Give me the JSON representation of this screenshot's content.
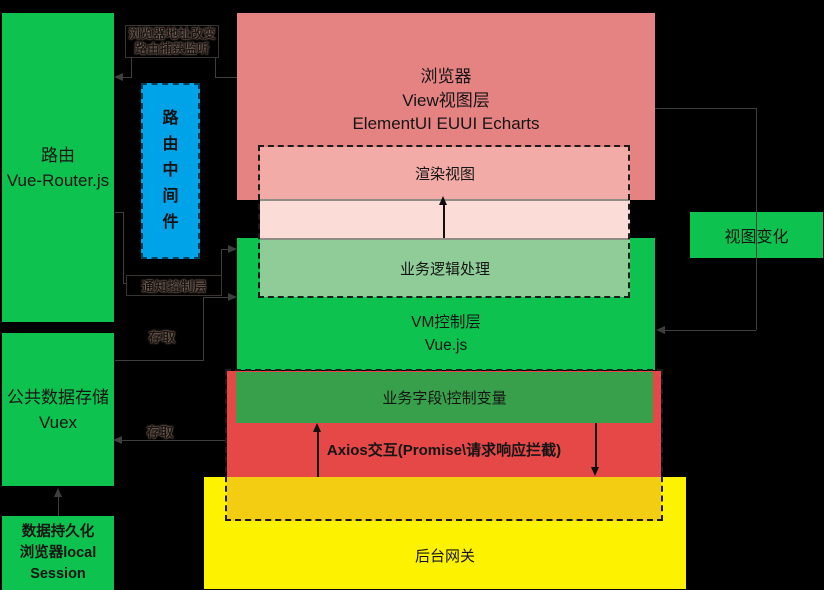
{
  "diagram": {
    "router": {
      "line1": "路由",
      "line2": "Vue-Router.js"
    },
    "route_middleware": {
      "text": "路\n由\n中\n间\n件"
    },
    "address_change_label": {
      "line1": "浏览器地址改变",
      "line2": "路由捕获监听"
    },
    "view_layer": {
      "line1": "浏览器",
      "line2": "View视图层",
      "line3": "ElementUI EUUI Echarts"
    },
    "render_view": {
      "label": "渲染视图"
    },
    "business_logic": {
      "label": "业务逻辑处理"
    },
    "vm_layer": {
      "line1": "VM控制层",
      "line2": "Vue.js"
    },
    "notify_label": {
      "label": "通知控制层"
    },
    "access_upper": {
      "label": "存取"
    },
    "access_lower": {
      "label": "存取"
    },
    "vuex": {
      "line1": "公共数据存储",
      "line2": "Vuex"
    },
    "persistence": {
      "line1": "数据持久化",
      "line2": "浏览器local",
      "line3": "Session"
    },
    "business_fields": {
      "label": "业务字段\\控制变量"
    },
    "axios": {
      "label": "Axios交互(Promise\\请求响应拦截)"
    },
    "gateway": {
      "label": "后台网关"
    },
    "view_change": {
      "label": "视图变化"
    }
  },
  "colors": {
    "background": "#000000",
    "green": "#0dc24e",
    "blue": "#00a3e8",
    "pink": "#e58282",
    "light_salmon": "#f2aba6",
    "pale_pink": "#fcdcd6",
    "light_green": "#90cc98",
    "dark_green_band": "#38a04a",
    "red": "#e64747",
    "yellow": "#fdf300",
    "gold": "#f2cd11",
    "connector_line": "#3e3e3e"
  }
}
